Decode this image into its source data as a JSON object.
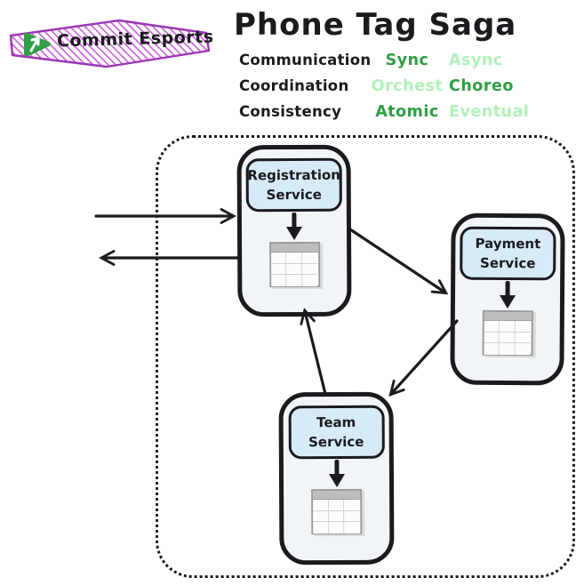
{
  "badge": {
    "text": "Commit Esports",
    "border_color": "#9c36b5",
    "hatch_color": "#c95bdb",
    "logo_color": "#2f9e44",
    "logo_icon": "play-commit-icon"
  },
  "title": "Phone Tag Saga",
  "legend": {
    "active_color": "#2f9e44",
    "inactive_color": "#b2f2bb",
    "rows": [
      {
        "label": "Communication",
        "options": [
          {
            "text": "Sync",
            "state": "active"
          },
          {
            "text": "Async",
            "state": "inactive"
          }
        ]
      },
      {
        "label": "Coordination",
        "options": [
          {
            "text": "Orchest",
            "state": "inactive"
          },
          {
            "text": "Choreo",
            "state": "active"
          }
        ]
      },
      {
        "label": "Consistency",
        "options": [
          {
            "text": "Atomic",
            "state": "active"
          },
          {
            "text": "Eventual",
            "state": "inactive"
          }
        ]
      }
    ]
  },
  "diagram": {
    "container": "dotted-rounded-rectangle",
    "services": [
      {
        "id": "registration",
        "name": "Registration Service",
        "icon": "database-table-icon"
      },
      {
        "id": "payment",
        "name": "Payment Service",
        "icon": "database-table-icon"
      },
      {
        "id": "team",
        "name": "Team Service",
        "icon": "database-table-icon"
      }
    ],
    "edges": [
      {
        "from": "external",
        "to": "registration"
      },
      {
        "from": "registration",
        "to": "external"
      },
      {
        "from": "registration",
        "to": "payment"
      },
      {
        "from": "payment",
        "to": "team"
      },
      {
        "from": "team",
        "to": "registration"
      }
    ]
  },
  "colors": {
    "stroke": "#1b1b1f",
    "service_fill": "#f2f5f7",
    "label_fill": "#d7eaf8",
    "table_header": "#bdbdbd",
    "table_border": "#9a9a9a"
  }
}
